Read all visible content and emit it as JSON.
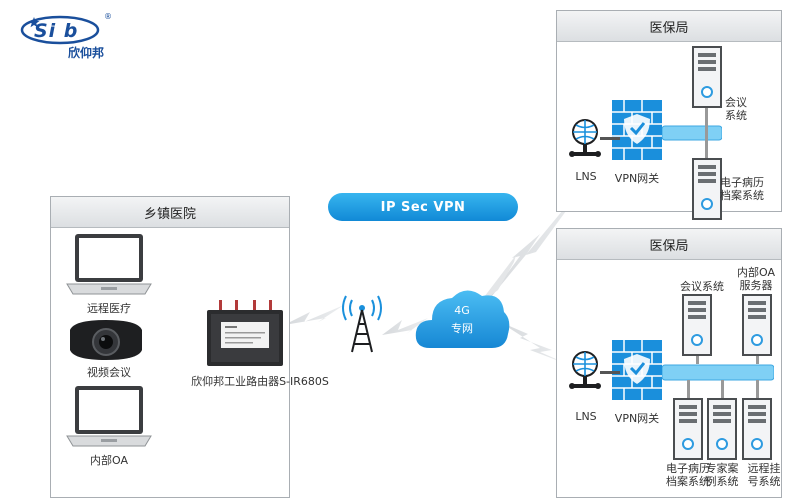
{
  "logo": {
    "mark": "Si b",
    "name": "欣仰邦",
    "registered": "®"
  },
  "township": {
    "title": "乡镇医院",
    "devices": [
      {
        "label": "远程医疗"
      },
      {
        "label": "视频会议"
      },
      {
        "label": "内部OA"
      }
    ]
  },
  "router": {
    "label": "欣仰邦工业路由器S-IR680S"
  },
  "vpn": {
    "label": "IP Sec VPN"
  },
  "cloud": {
    "line1": "4G",
    "line2": "专网"
  },
  "bureau_top": {
    "title": "医保局",
    "lns": "LNS",
    "gateway": "VPN网关",
    "servers": [
      {
        "label_lines": [
          "会议",
          "系统"
        ]
      },
      {
        "label_lines": [
          "电子病历",
          "档案系统"
        ]
      }
    ]
  },
  "bureau_bottom": {
    "title": "医保局",
    "lns": "LNS",
    "gateway": "VPN网关",
    "top_servers": [
      {
        "label_lines": [
          "会议系统"
        ]
      },
      {
        "label_lines": [
          "内部OA",
          "服务器"
        ]
      }
    ],
    "bottom_servers": [
      {
        "label_lines": [
          "电子病历",
          "档案系统"
        ]
      },
      {
        "label_lines": [
          "专家案",
          "例系统"
        ]
      },
      {
        "label_lines": [
          "远程挂",
          "号系统"
        ]
      }
    ]
  },
  "colors": {
    "accent": "#1a90dc",
    "server_ring": "#2e9be0",
    "bus": "#7fd0f5"
  }
}
